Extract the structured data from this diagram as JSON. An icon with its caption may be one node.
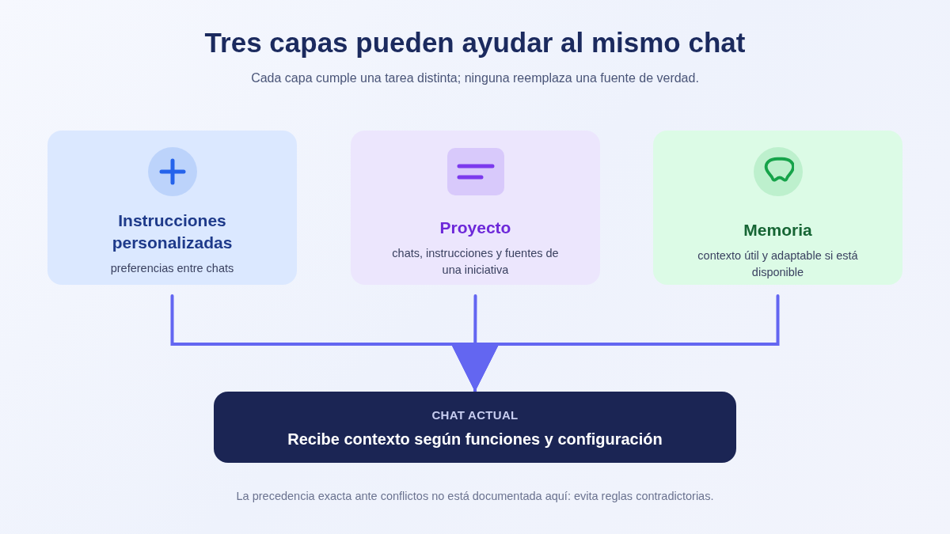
{
  "diagram": {
    "title": "Tres capas pueden ayudar al mismo chat",
    "caption": "Cada capa cumple una tarea distinta; ninguna reemplaza una fuente de verdad.",
    "nodes": [
      {
        "text": [
          "Instrucciones personalizadas",
          "preferencias entre chats"
        ]
      },
      {
        "text": [
          "Proyecto",
          "chats, instrucciones y fuentes de una iniciativa"
        ]
      },
      {
        "text": [
          "Memoria",
          "contexto útil y adaptable si está disponible"
        ]
      },
      {
        "text": [
          "CHAT ACTUAL",
          "Recibe contexto según funciones y configuración"
        ]
      }
    ],
    "edges": [
      {
        "from": 0,
        "to": 3,
        "arrow": "to"
      },
      {
        "from": 1,
        "to": 3,
        "arrow": "to"
      },
      {
        "from": 2,
        "to": 3,
        "arrow": "to"
      }
    ],
    "labels": [
      "La precedencia exacta ante conflictos no está documentada aquí: evita reglas contradictorias."
    ]
  }
}
